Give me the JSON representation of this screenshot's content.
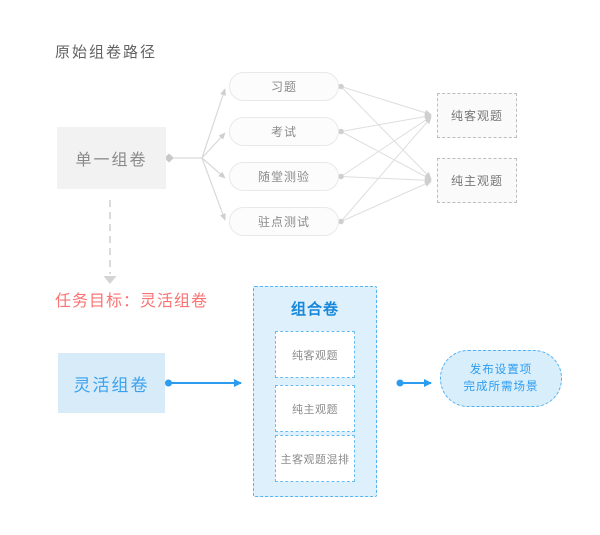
{
  "colors": {
    "accent_blue": "#2b9cf0",
    "light_blue_fill": "#d7ebf9",
    "group_fill": "#def0fb",
    "goal_red": "#fa7373",
    "wire_gray": "#d9d9d9",
    "text_gray": "#8a8a8a"
  },
  "section_top": {
    "title": "原始组卷路径",
    "source_box": {
      "label": "单一组卷"
    },
    "middle_nodes": [
      {
        "label": "习题"
      },
      {
        "label": "考试"
      },
      {
        "label": "随堂测验"
      },
      {
        "label": "驻点测试"
      }
    ],
    "result_boxes": [
      {
        "label": "纯客观题"
      },
      {
        "label": "纯主观题"
      }
    ],
    "connections": [
      "单一组卷 -> 习题",
      "单一组卷 -> 考试",
      "单一组卷 -> 随堂测验",
      "单一组卷 -> 驻点测试",
      "习题 -> 纯客观题",
      "习题 -> 纯主观题",
      "考试 -> 纯客观题",
      "考试 -> 纯主观题",
      "随堂测验 -> 纯客观题",
      "随堂测验 -> 纯主观题",
      "驻点测试 -> 纯客观题",
      "驻点测试 -> 纯主观题"
    ]
  },
  "section_bottom": {
    "goal_text": "任务目标：灵活组卷",
    "source_box": {
      "label": "灵活组卷"
    },
    "group_box": {
      "title": "组合卷",
      "items": [
        {
          "label": "纯客观题"
        },
        {
          "label": "纯主观题"
        },
        {
          "label": "主客观题混排"
        }
      ]
    },
    "result_node": {
      "label_line1": "发布设置项",
      "label_line2": "完成所需场景"
    },
    "connections": [
      "灵活组卷 -> 组合卷",
      "组合卷 -> 发布设置项 完成所需场景"
    ]
  }
}
